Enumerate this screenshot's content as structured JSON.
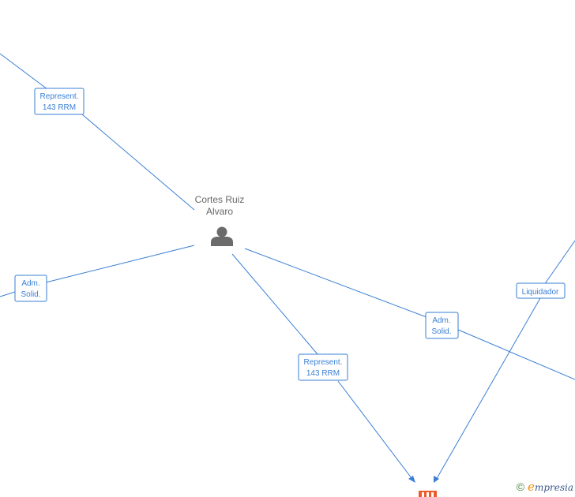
{
  "person": {
    "name_line1": "Cortes Ruiz",
    "name_line2": "Alvaro",
    "icon": "person-icon"
  },
  "company": {
    "icon": "company-building-icon"
  },
  "edges": [
    {
      "id": "rep-top",
      "line1": "Represent.",
      "line2": "143 RRM"
    },
    {
      "id": "adm-left",
      "line1": "Adm.",
      "line2": "Solid."
    },
    {
      "id": "rep-bottom",
      "line1": "Represent.",
      "line2": "143 RRM"
    },
    {
      "id": "adm-right",
      "line1": "Adm.",
      "line2": "Solid."
    },
    {
      "id": "liquidador",
      "line1": "Liquidador",
      "line2": ""
    }
  ],
  "footer": {
    "copyright_symbol": "©",
    "brand_initial": "e",
    "brand_rest": "mpresia"
  },
  "colors": {
    "edge": "#3a7fd5",
    "person": "#6b6b6b",
    "company": "#f05a28"
  }
}
